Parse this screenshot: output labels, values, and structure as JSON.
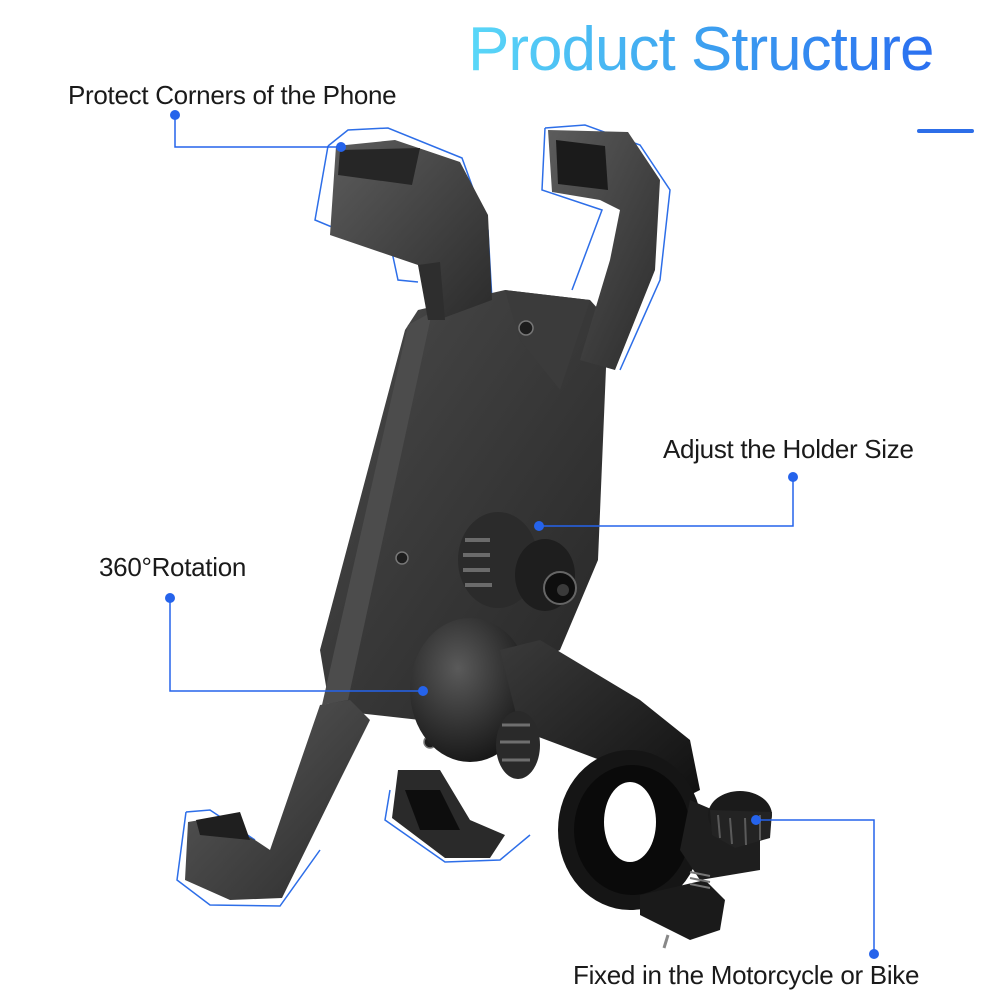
{
  "header": {
    "title": "Product Structure",
    "title_gradient": [
      "#5ad8f8",
      "#3fa6f0",
      "#2a6ff0"
    ],
    "accent_bar_color": "#2d6ee8"
  },
  "callouts": [
    {
      "id": "corners",
      "label": "Protect Corners of the Phone"
    },
    {
      "id": "holder-size",
      "label": "Adjust the Holder Size"
    },
    {
      "id": "rotation",
      "label": "360°Rotation"
    },
    {
      "id": "mount",
      "label": "Fixed in the Motorcycle or Bike"
    }
  ],
  "colors": {
    "callout_line": "#2563eb",
    "product_dark": "#1c1c1c",
    "product_mid": "#3a3a3a",
    "product_light": "#5a5a5a",
    "text": "#1a1a1a"
  },
  "product": {
    "name": "bike-phone-holder",
    "parts": [
      "top-left-corner-grip",
      "top-right-corner-grip",
      "back-plate",
      "size-adjust-knob",
      "ball-joint",
      "handlebar-clamp",
      "clamp-screw-knob",
      "bottom-left-corner-grip",
      "bottom-center-grip"
    ]
  }
}
